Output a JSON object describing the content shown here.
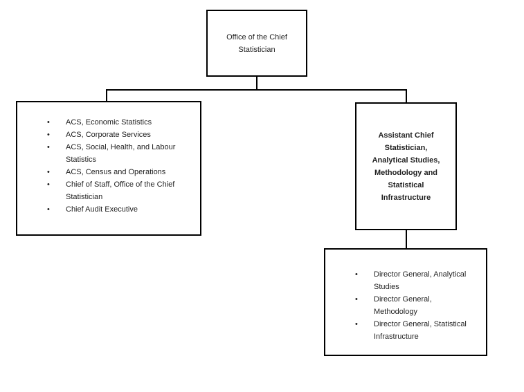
{
  "colors": {
    "background": "#ffffff",
    "border": "#000000",
    "text": "#1f1f1f"
  },
  "list_style": {
    "bullet": "•"
  },
  "boxes": {
    "top": {
      "text": "Office of the Chief Statistician"
    },
    "left": {
      "items": [
        "ACS, Economic Statistics",
        "ACS, Corporate Services",
        "ACS, Social, Health, and Labour Statistics",
        "ACS, Census and Operations",
        "Chief of Staff, Office of the Chief Statistician",
        "Chief Audit Executive"
      ]
    },
    "right": {
      "text": "Assistant Chief Statistician, Analytical Studies, Methodology and Statistical Infrastructure"
    },
    "bottom": {
      "items": [
        "Director General, Analytical Studies",
        "Director General, Methodology",
        "Director General, Statistical Infrastructure"
      ]
    }
  }
}
